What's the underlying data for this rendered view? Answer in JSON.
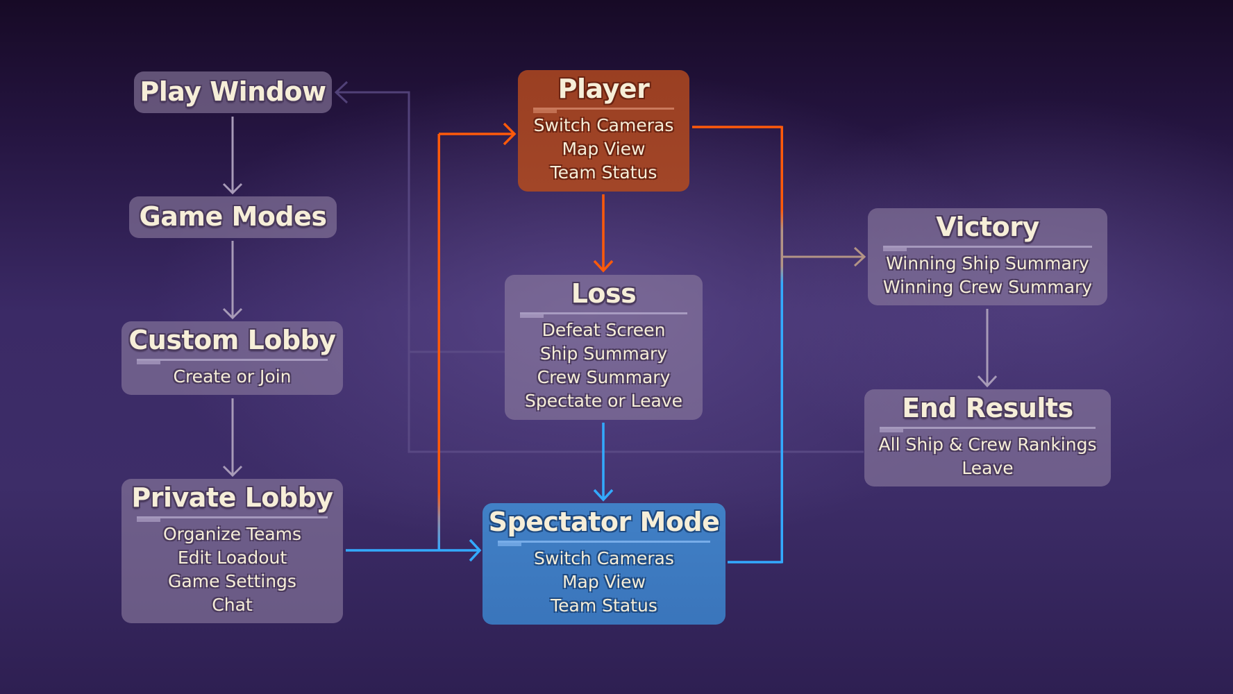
{
  "diagram": {
    "nodes": {
      "play_window": {
        "title": "Play Window"
      },
      "game_modes": {
        "title": "Game Modes"
      },
      "custom_lobby": {
        "title": "Custom Lobby",
        "items": [
          "Create or Join"
        ]
      },
      "private_lobby": {
        "title": "Private Lobby",
        "items": [
          "Organize Teams",
          "Edit Loadout",
          "Game Settings",
          "Chat"
        ]
      },
      "player": {
        "title": "Player",
        "items": [
          "Switch Cameras",
          "Map View",
          "Team Status"
        ]
      },
      "loss": {
        "title": "Loss",
        "items": [
          "Defeat Screen",
          "Ship Summary",
          "Crew Summary",
          "Spectate or Leave"
        ]
      },
      "spectator_mode": {
        "title": "Spectator Mode",
        "items": [
          "Switch Cameras",
          "Map View",
          "Team Status"
        ]
      },
      "victory": {
        "title": "Victory",
        "items": [
          "Winning Ship Summary",
          "Winning Crew Summary"
        ]
      },
      "end_results": {
        "title": "End Results",
        "items": [
          "All Ship & Crew Rankings",
          "Leave"
        ]
      }
    },
    "edges": [
      {
        "from": "Play Window",
        "to": "Game Modes"
      },
      {
        "from": "Game Modes",
        "to": "Custom Lobby"
      },
      {
        "from": "Custom Lobby",
        "to": "Private Lobby"
      },
      {
        "from": "Private Lobby",
        "to": "Spectator Mode"
      },
      {
        "from": "Private Lobby",
        "to": "Player"
      },
      {
        "from": "Player",
        "to": "Loss"
      },
      {
        "from": "Loss",
        "to": "Spectator Mode"
      },
      {
        "from": "Player",
        "to": "Victory"
      },
      {
        "from": "Spectator Mode",
        "to": "Victory"
      },
      {
        "from": "Victory",
        "to": "End Results"
      },
      {
        "from": "Loss",
        "to": "Play Window"
      },
      {
        "from": "End Results",
        "to": "Play Window"
      }
    ],
    "colors": {
      "player_accent": "#ff5a0a",
      "spectator_accent": "#33aaff",
      "neutral_line": "#a89bb8",
      "victory_line": "#b39486",
      "return_line": "#5e4e88",
      "player_box": "#9a3f22",
      "spectator_box": "#3f7cc2",
      "neutral_box": "#7b6b91",
      "text": "#f6eed8"
    }
  }
}
